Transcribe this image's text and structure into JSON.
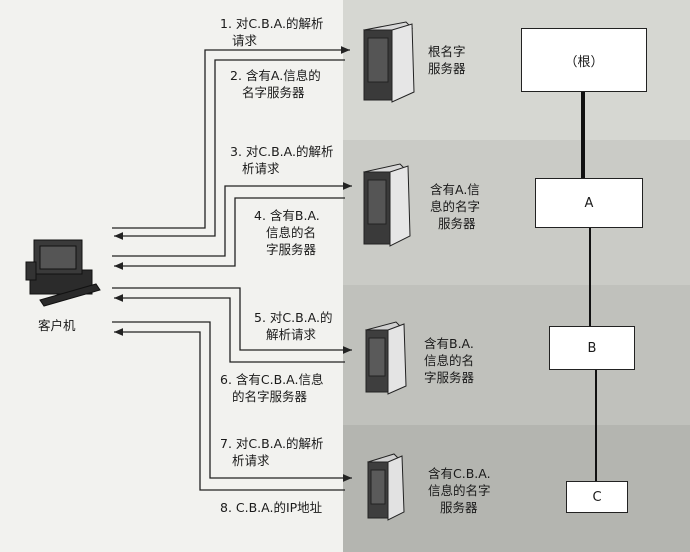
{
  "client": {
    "label": "客户机"
  },
  "messages": [
    {
      "line1": "1. 对C.B.A.的解析",
      "line2": "请求"
    },
    {
      "line1": "2. 含有A.信息的",
      "line2": "名字服务器"
    },
    {
      "line1": "3. 对C.B.A.的解析",
      "line2": "析请求"
    },
    {
      "line1": "4. 含有B.A.",
      "line2": "信息的名",
      "line3": "字服务器"
    },
    {
      "line1": "5. 对C.B.A.的",
      "line2": "解析请求"
    },
    {
      "line1": "6. 含有C.B.A.信息",
      "line2": "的名字服务器"
    },
    {
      "line1": "7. 对C.B.A.的解析",
      "line2": "析请求"
    },
    {
      "line1": "8. C.B.A.的IP地址"
    }
  ],
  "servers": [
    {
      "line1": "根名字",
      "line2": "服务器"
    },
    {
      "line1": "含有A.信",
      "line2": "息的名字",
      "line3": "服务器"
    },
    {
      "line1": "含有B.A.",
      "line2": "信息的名",
      "line3": "字服务器"
    },
    {
      "line1": "含有C.B.A.",
      "line2": "信息的名字",
      "line3": "服务器"
    }
  ],
  "tree": {
    "root": "（根）",
    "a": "A",
    "b": "B",
    "c": "C"
  },
  "colors": {
    "band1": "#d4d5d0",
    "band2": "#c8c9c4",
    "band3": "#bfc0bb",
    "band4": "#b3b4af",
    "line": "#222222"
  }
}
